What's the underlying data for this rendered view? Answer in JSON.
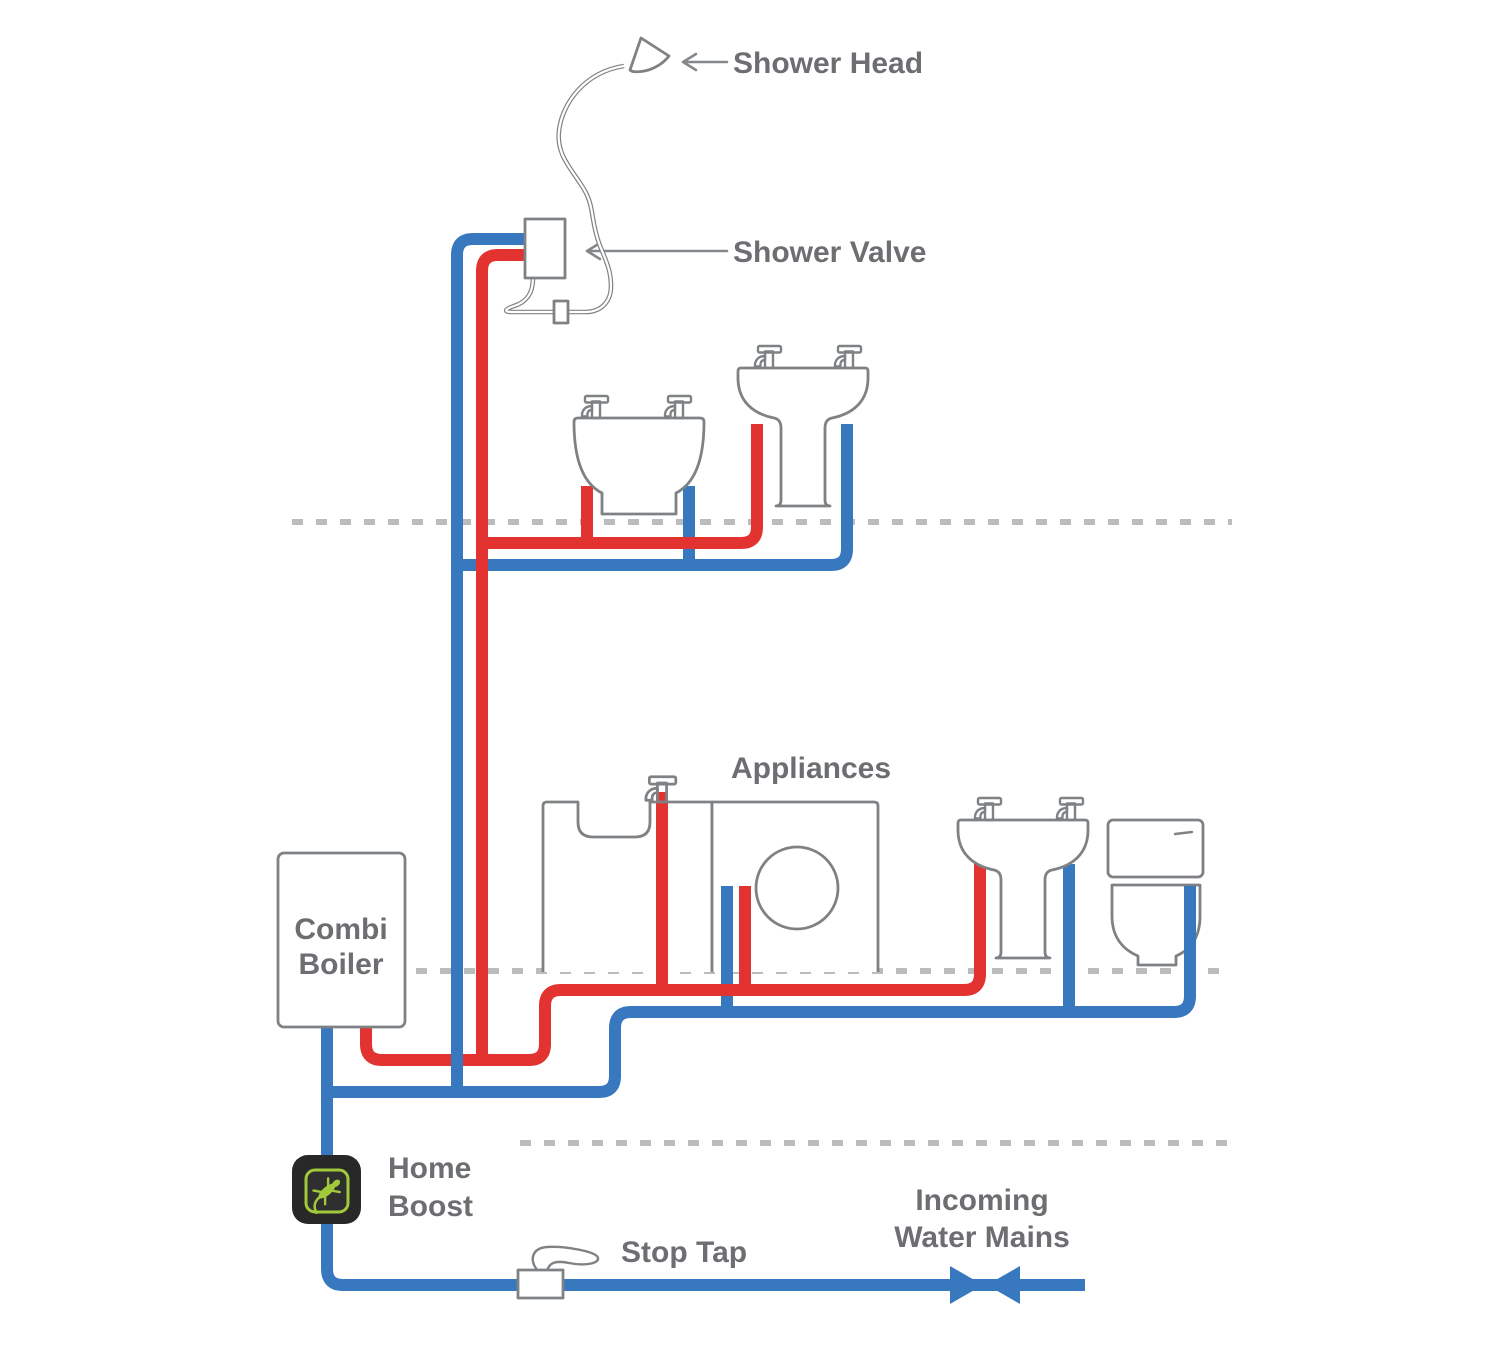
{
  "labels": {
    "shower_head": "Shower Head",
    "shower_valve": "Shower Valve",
    "appliances": "Appliances",
    "boiler_line1": "Combi",
    "boiler_line2": "Boiler",
    "home_boost_line1": "Home",
    "home_boost_line2": "Boost",
    "stop_tap": "Stop Tap",
    "incoming_line1": "Incoming",
    "incoming_line2": "Water Mains"
  },
  "colors": {
    "hot_pipe": "#e23330",
    "cold_pipe": "#3878bf",
    "fixture_outline": "#7f8285",
    "label_text": "#6c6e71",
    "floor_dashed": "#babcbe",
    "homeboost_green": "#a2c93a",
    "homeboost_black": "#282828"
  },
  "icons": {
    "shower_head": "shower-head-icon",
    "shower_valve": "shower-valve-icon",
    "shower_hose": "shower-hose-icon",
    "tap": "tap-icon",
    "bidet": "bidet-icon",
    "pedestal_basin": "pedestal-basin-icon",
    "kitchen_sink": "kitchen-sink-icon",
    "washing_machine": "washing-machine-icon",
    "toilet": "toilet-icon",
    "combi_boiler": "combi-boiler-box",
    "home_boost": "home-boost-device-icon",
    "lizard": "lizard-icon",
    "stop_tap": "stop-tap-icon",
    "gate_valve": "gate-valve-icon"
  }
}
